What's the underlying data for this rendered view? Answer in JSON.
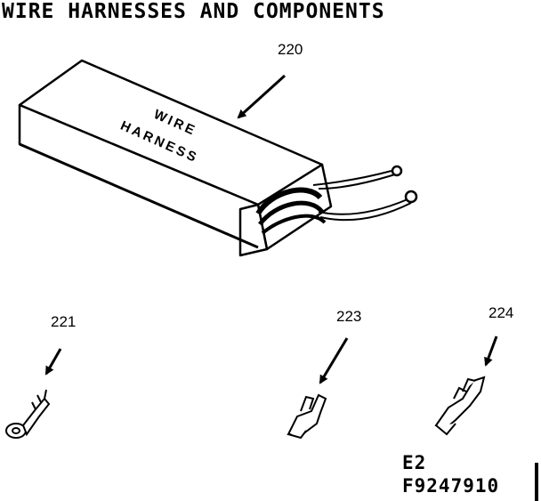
{
  "title": "WIRE HARNESSES AND COMPONENTS",
  "parts": [
    {
      "number": "220",
      "description": "wire harness box"
    },
    {
      "number": "221",
      "description": "ring terminal"
    },
    {
      "number": "223",
      "description": "spade connector"
    },
    {
      "number": "224",
      "description": "crimp connector"
    }
  ],
  "box_label_line1": "WIRE",
  "box_label_line2": "HARNESS",
  "footer": {
    "code_line1": "E2",
    "code_line2": "F9247910"
  }
}
